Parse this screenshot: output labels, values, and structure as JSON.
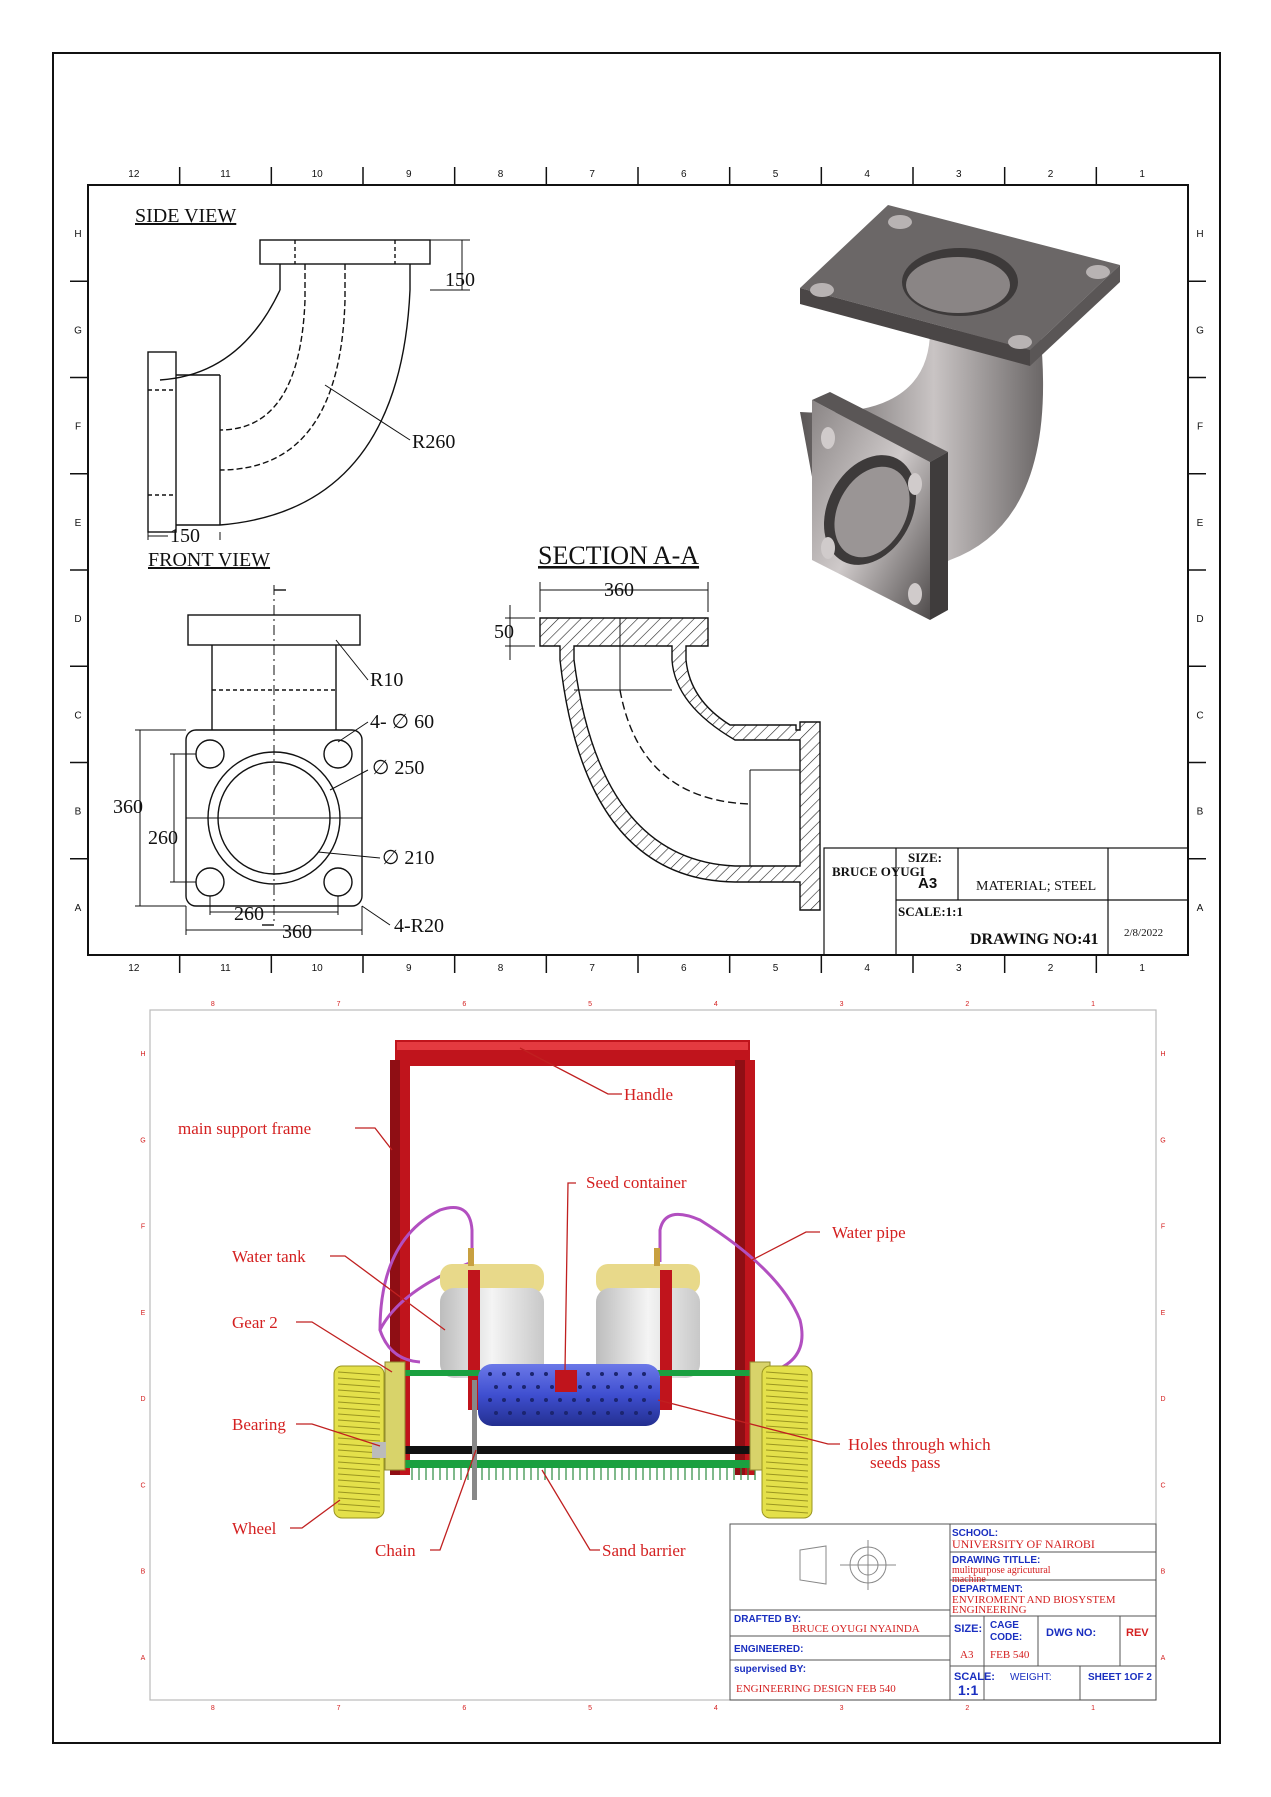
{
  "sheet1": {
    "zones_cols": [
      "12",
      "11",
      "10",
      "9",
      "8",
      "7",
      "6",
      "5",
      "4",
      "3",
      "2",
      "1"
    ],
    "zones_rows": [
      "H",
      "G",
      "F",
      "E",
      "D",
      "C",
      "B",
      "A"
    ],
    "views": {
      "side": "SIDE VIEW",
      "front": "FRONT VIEW",
      "section": "SECTION A-A"
    },
    "dims": {
      "d150_top": "150",
      "r260": "R260",
      "d150_left": "150",
      "d360_section": "360",
      "d50": "50",
      "r10": "R10",
      "holes": "4- ∅ 60",
      "dia250": "∅ 250",
      "dia210": "∅ 210",
      "d360_left": "360",
      "d260_left": "260",
      "d260_bottom": "260",
      "d360_bottom": "360",
      "r20": "4-R20"
    },
    "title_block": {
      "name": "BRUCE OYUGI",
      "size_label": "SIZE:",
      "size_value": "A3",
      "material": "MATERIAL; STEEL",
      "scale": "SCALE:1:1",
      "drawing_no": "DRAWING NO:41",
      "date": "2/8/2022"
    },
    "colors": {
      "part_dark": "#5a5656",
      "part_mid": "#8a8585",
      "part_light": "#bdb8b8"
    }
  },
  "sheet2": {
    "zones_cols": [
      "8",
      "7",
      "6",
      "5",
      "4",
      "3",
      "2",
      "1"
    ],
    "zones_rows": [
      "H",
      "G",
      "F",
      "E",
      "D",
      "C",
      "B",
      "A"
    ],
    "labels": {
      "handle": "Handle",
      "frame": "main support frame",
      "seed_container": "Seed container",
      "water_pipe": "Water pipe",
      "water_tank": "Water tank",
      "gear": "Gear 2",
      "bearing": "Bearing",
      "holes_1": "Holes through which",
      "holes_2": "seeds pass",
      "wheel": "Wheel",
      "chain": "Chain",
      "sand_barrier": "Sand barrier"
    },
    "title_block": {
      "school_label": "SCHOOL:",
      "school_value": "UNIVERSITY OF NAIROBI",
      "title_label": "DRAWING TITLLE:",
      "title_value_1": "mulitpurpose agricutural",
      "title_value_2": "machine",
      "dept_label": "DEPARTMENT:",
      "dept_value_1": "ENVIROMENT AND BIOSYSTEM",
      "dept_value_2": "ENGINEERING",
      "drafted_label": "DRAFTED BY:",
      "drafted_value": "BRUCE OYUGI NYAINDA",
      "engineered_label": "ENGINEERED:",
      "supervised_label": "supervised BY:",
      "supervised_value": "ENGINEERING DESIGN FEB 540",
      "size_label": "SIZE:",
      "size_value": "A3",
      "cage_label_1": "CAGE",
      "cage_label_2": "CODE:",
      "cage_value": "FEB 540",
      "dwg_label": "DWG NO:",
      "rev_label": "REV",
      "scale_label": "SCALE:",
      "scale_value": "1:1",
      "weight_label": "WEIGHT:",
      "sheet_label": "SHEET 1OF 2"
    },
    "colors": {
      "frame": "#c0141c",
      "tank": "#e6e6e6",
      "tank_cap": "#e8d98a",
      "roller": "#3f4fd0",
      "wheel": "#e4e04a",
      "pipe": "#b24fc0",
      "label": "#d42020",
      "tb_blue": "#1a2fc0",
      "tb_red": "#d42020"
    }
  }
}
